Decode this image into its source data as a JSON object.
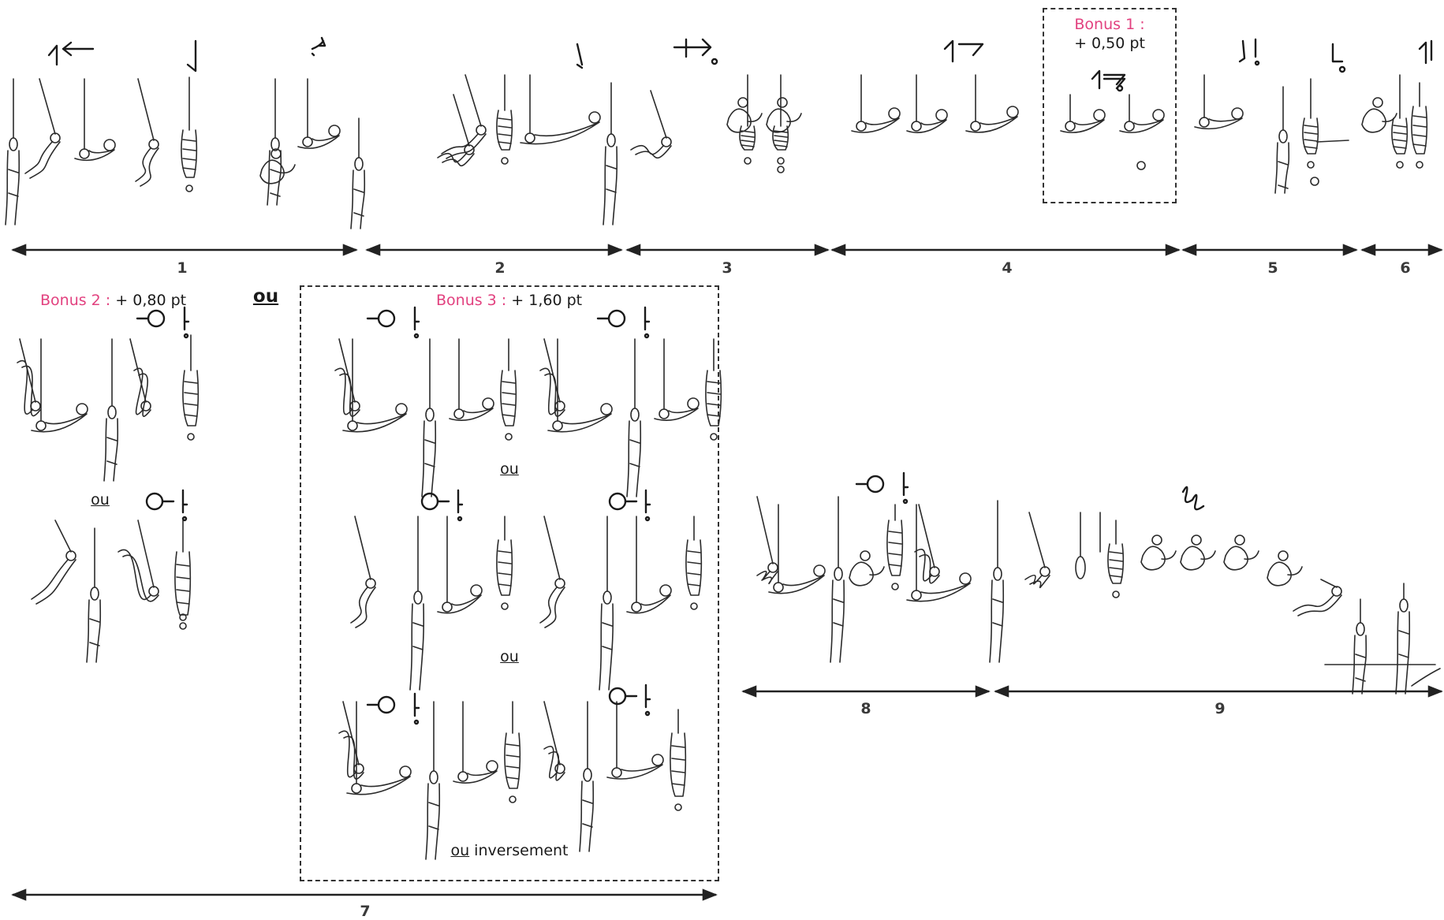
{
  "colors": {
    "bonus": "#e2417f",
    "ink": "#1a1a1a",
    "arrow": "#222222"
  },
  "segments": [
    {
      "label": "1"
    },
    {
      "label": "2"
    },
    {
      "label": "3"
    },
    {
      "label": "4"
    },
    {
      "label": "5"
    },
    {
      "label": "6"
    },
    {
      "label": "7"
    },
    {
      "label": "8"
    },
    {
      "label": "9"
    }
  ],
  "bonuses": [
    {
      "key": "Bonus 1 :",
      "value": "+ 0,50 pt"
    },
    {
      "key": "Bonus 2 :",
      "value": "+ 0,80 pt"
    },
    {
      "key": "Bonus 3 :",
      "value": "+ 1,60 pt"
    }
  ],
  "alternatives": {
    "or": "ou",
    "or_reverse_word": "inversement"
  }
}
